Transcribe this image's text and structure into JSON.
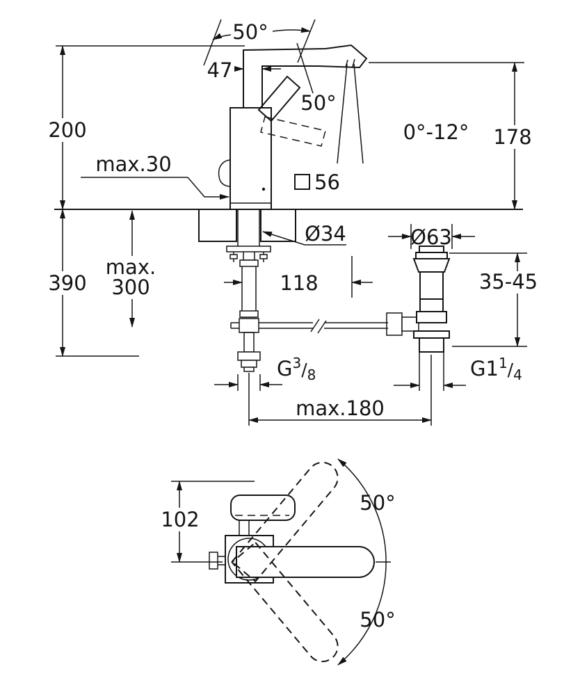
{
  "colors": {
    "line": "#141414",
    "background": "#ffffff"
  },
  "side_view": {
    "swivel_angle_top": "50°",
    "spout_pipe_width": "47",
    "handle_angle": "50°",
    "height_above_deck": "200",
    "spout_outlet_height": "178",
    "spout_tilt_range": "0°-12°",
    "deck_max_thickness": "max.30",
    "body_square_size": "56",
    "hole_diameter": "Ø34",
    "waste_flange_diameter": "Ø63",
    "hose_length_max_line1": "max.",
    "hose_length_max_line2": "300",
    "depth_below_deck": "390",
    "hose_offset": "118",
    "waste_adjust_range": "35-45",
    "supply_thread_prefix": "G",
    "supply_thread_numerator": "3",
    "supply_thread_slash": "/",
    "supply_thread_denominator": "8",
    "waste_thread_prefix": "G1",
    "waste_thread_numerator": "1",
    "waste_thread_slash": "/",
    "waste_thread_denominator": "4",
    "rod_reach_max": "max.180"
  },
  "plan_view": {
    "lever_length": "102",
    "swing_angle_up": "50°",
    "swing_angle_down": "50°"
  }
}
